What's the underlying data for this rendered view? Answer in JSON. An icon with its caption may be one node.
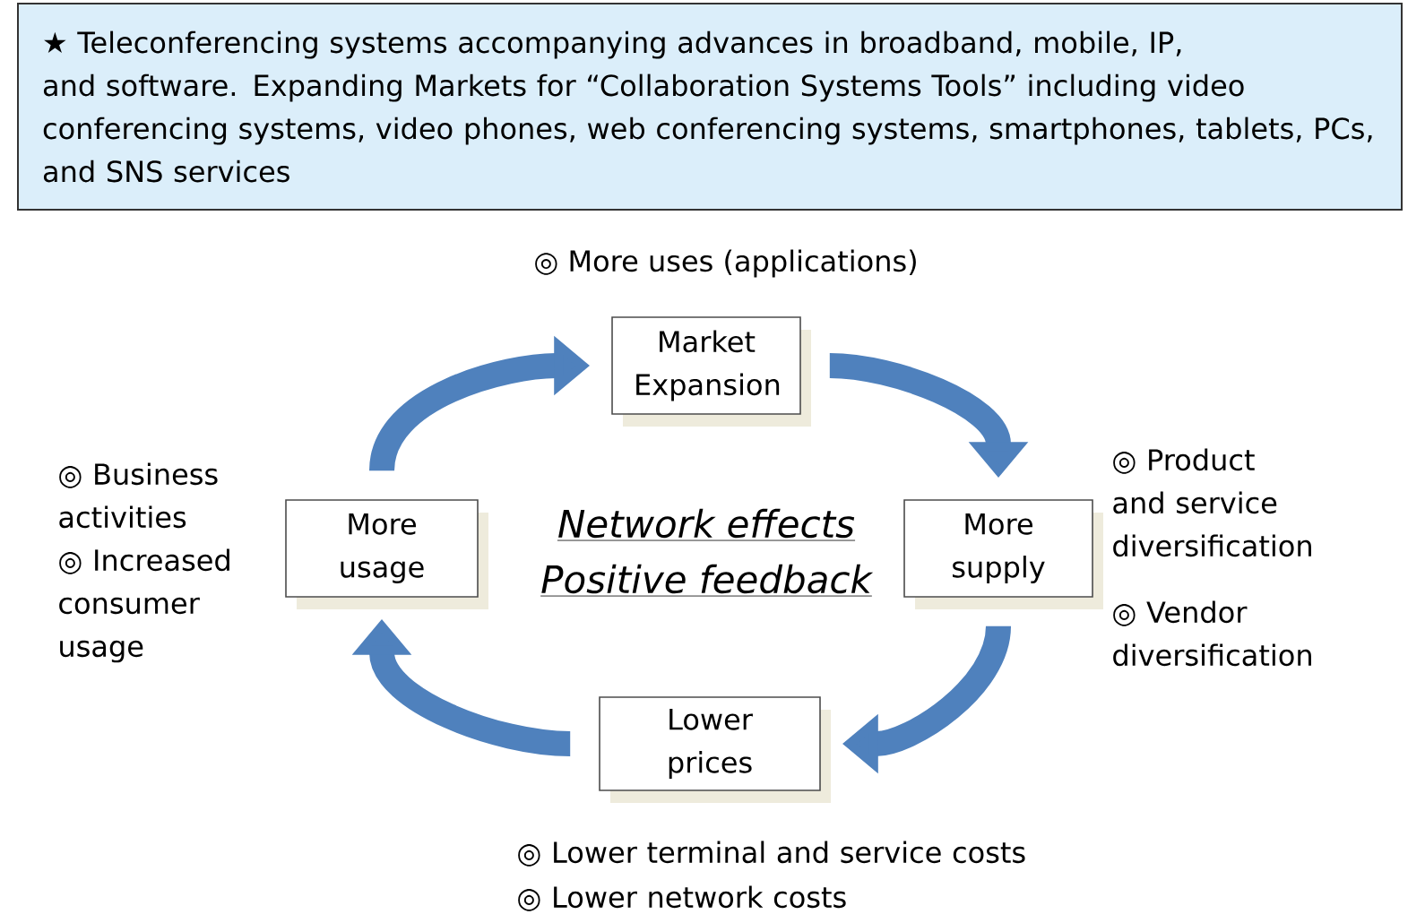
{
  "diagram": {
    "nodes": [
      {
        "text": [
          "★ Teleconferencing systems accompanying advances in broadband, mobile, IP, and software. Expanding Markets for “Collaboration Systems Tools” including video conferencing systems, video phones, web conferencing systems, smartphones, tablets, PCs, and SNS services"
        ]
      },
      {
        "text": [
          "Market Expansion"
        ],
        "beside": [
          "◎ More uses (applications)"
        ]
      },
      {
        "text": [
          "More supply"
        ],
        "beside": [
          "◎ Product and service diversification",
          "◎ Vendor diversification"
        ]
      },
      {
        "text": [
          "Lower prices"
        ],
        "beside": [
          "◎ Lower terminal and service costs",
          "◎ Lower network costs"
        ]
      },
      {
        "text": [
          "More usage"
        ],
        "beside": [
          "◎ Business activities",
          "◎ Increased consumer usage"
        ]
      }
    ],
    "edges": [
      {
        "from": 4,
        "to": 1,
        "arrow": "to"
      },
      {
        "from": 1,
        "to": 2,
        "arrow": "to"
      },
      {
        "from": 2,
        "to": 3,
        "arrow": "to"
      },
      {
        "from": 3,
        "to": 4,
        "arrow": "to"
      }
    ],
    "labels": [
      "Network effects",
      "Positive feedback"
    ]
  }
}
